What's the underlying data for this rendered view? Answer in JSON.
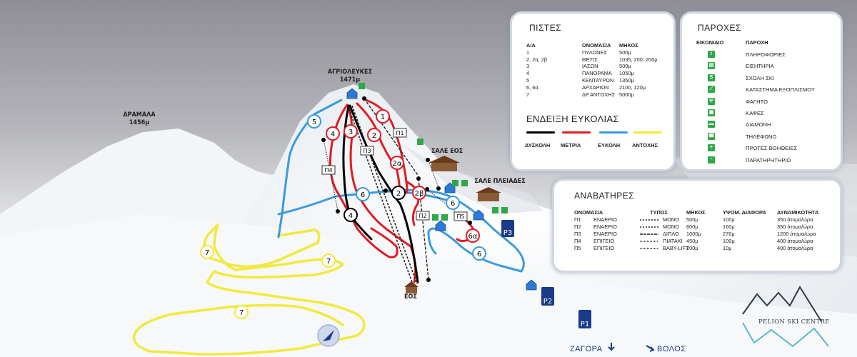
{
  "map": {
    "peak1": {
      "name": "ΑΓΡΙΟΛΕΥΚΕΣ",
      "elev": "1471μ"
    },
    "peak2": {
      "name": "ΔΡΑΜΑΛΑ",
      "elev": "1456μ"
    },
    "chalet_eos": "ΣΑΛΕ ΕΟΣ",
    "chalet_pleiades": "ΣΑΛΕ ΠΛΕΙΑΔΕΣ",
    "base_eos": "ΕΟΣ",
    "parking": [
      "P3",
      "P2",
      "P1"
    ],
    "roads": {
      "left": "ΖΑΓΟΡΑ",
      "right": "ΒΟΛΟΣ"
    },
    "logo": "PELION SKI CENTRE"
  },
  "pistes_panel": {
    "title": "ΠΙΣΤΕΣ",
    "headers": [
      "Α/Α",
      "ΟΝΟΜΑΣΙΑ",
      "ΜΗΚΟΣ"
    ],
    "rows": [
      [
        "1",
        "ΠΥΛΩΝΕΣ",
        "500μ"
      ],
      [
        "2, 2α, 2β",
        "ΘΕΤΙΣ",
        "1035, 200, 200μ"
      ],
      [
        "3",
        "ΙΑΣΩΝ",
        "500μ"
      ],
      [
        "4",
        "ΠΑΝΟΡΑΜΑ",
        "1050μ"
      ],
      [
        "5",
        "ΚΕΝΤΑΥΡΩΝ",
        "1350μ"
      ],
      [
        "6, 6α",
        "ΑΡΧΑΡΙΩΝ",
        "2100, 120μ"
      ],
      [
        "7",
        "ΔΡ.ΑΝΤΟΧΗΣ",
        "5000μ"
      ]
    ],
    "difficulty_title": "ΕΝΔΕΙΞΗ ΕΥΚΟΛΙΑΣ",
    "difficulty": [
      {
        "label": "ΔΥΣΚΟΛΗ",
        "color": "#000000"
      },
      {
        "label": "ΜΕΤΡΙΑ",
        "color": "#e01b24"
      },
      {
        "label": "ΕΥΚΟΛΗ",
        "color": "#3a9ae0"
      },
      {
        "label": "ΑΝΤΟΧΗΣ",
        "color": "#f3ea2c"
      }
    ]
  },
  "facilities_panel": {
    "title": "ΠΑΡΟΧΕΣ",
    "headers": [
      "ΕΙΚΟΝΙΔΙΟ",
      "ΠΑΡΟΧΗ"
    ],
    "items": [
      {
        "icon": "info-icon",
        "glyph": "i",
        "label": "ΠΛΗΡΟΦΟΡΙΕΣ"
      },
      {
        "icon": "ticket-icon",
        "glyph": "▤",
        "label": "ΕΙΣΗΤΗΡΙΑ"
      },
      {
        "icon": "ski-school-icon",
        "glyph": "S",
        "label": "ΣΧΟΛΗ ΣΚΙ"
      },
      {
        "icon": "rental-icon",
        "glyph": "⟋",
        "label": "ΚΑΤΑΣΤΗΜΑ ΕΞΟΠΛΙΣΜΟΥ"
      },
      {
        "icon": "food-icon",
        "glyph": "Ψ",
        "label": "ΦΑΓΗΤΟ"
      },
      {
        "icon": "coffee-icon",
        "glyph": "▣",
        "label": "ΚΑΦΕΣ"
      },
      {
        "icon": "bed-icon",
        "glyph": "▬",
        "label": "ΔΙΑΜΟΝΗ"
      },
      {
        "icon": "phone-icon",
        "glyph": "☎",
        "label": "ΤΗΛΕΦΩΝΟ"
      },
      {
        "icon": "first-aid-icon",
        "glyph": "+",
        "label": "ΠΡΩΤΕΣ ΒΟΗΘΕΙΕΣ"
      },
      {
        "icon": "observatory-icon",
        "glyph": "◔",
        "label": "ΠΑΡΑΤΗΡΗΤΗΡΙΟ"
      }
    ]
  },
  "lifts_panel": {
    "title": "ΑΝΑΒΑΤΗΡΕΣ",
    "headers": [
      "ΟΝΟΜΑΣΙΑ",
      "ΤΥΠΟΣ",
      "ΜΗΚΟΣ",
      "ΥΨΟΜ. ΔΙΑΦΟΡΑ",
      "ΔΥΝΑΜΙΚΟΤΗΤΑ"
    ],
    "rows": [
      [
        "Π1",
        "ΕΝΑΕΡΙΟ",
        "ΜΟΝΟ",
        "500μ",
        "100μ",
        "350 άτομα/ώρα"
      ],
      [
        "Π2",
        "ΕΝΑΕΡΙΟ",
        "ΜΟΝΟ",
        "600μ",
        "160μ",
        "350 άτομα/ώρα"
      ],
      [
        "Π3",
        "ΕΝΑΕΡΙΟ",
        "ΔΙΠΛΟ",
        "1000μ",
        "270μ",
        "1200 άτομα/ώρα"
      ],
      [
        "Π4",
        "ΕΠΙΓΕΙΟ",
        "ΠΙΑΤΑΚΙ",
        "450μ",
        "100μ",
        "400 άτομα/ώρα"
      ],
      [
        "Π5",
        "ΕΠΙΓΕΙΟ",
        "BABY-LIFT",
        "200μ",
        "10μ",
        "400 άτομα/ώρα"
      ]
    ]
  }
}
